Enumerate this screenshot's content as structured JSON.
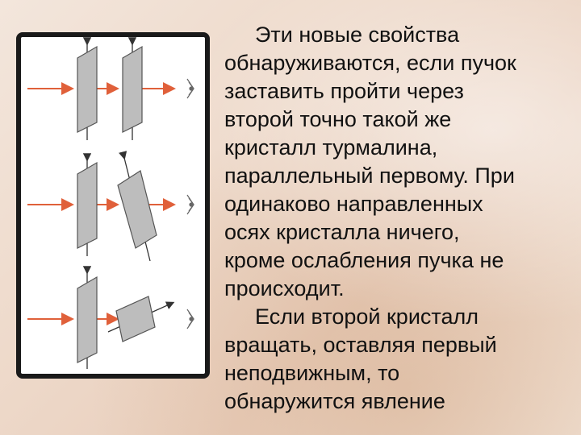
{
  "paragraph_1": [
    "Эти новые свойства",
    "обнаруживаются, если пучок",
    "заставить пройти через",
    "второй точно такой же",
    "кристалл турмалина,",
    "параллельный первому. При",
    "одинаково направленных",
    "осях кристалла ничего,",
    "кроме ослабления пучка не",
    "происходит."
  ],
  "paragraph_2": [
    "Если второй кристалл",
    "вращать, оставляя первый",
    "неподвижным, то",
    "обнаружится явление"
  ],
  "colors": {
    "beam": "#e0603a",
    "plate": "#bdbdbd",
    "frame": "#1a1a1a"
  },
  "figure": {
    "rows": [
      {
        "second_crystal": "parallel"
      },
      {
        "second_crystal": "tilted"
      },
      {
        "second_crystal": "perpendicular"
      }
    ]
  }
}
